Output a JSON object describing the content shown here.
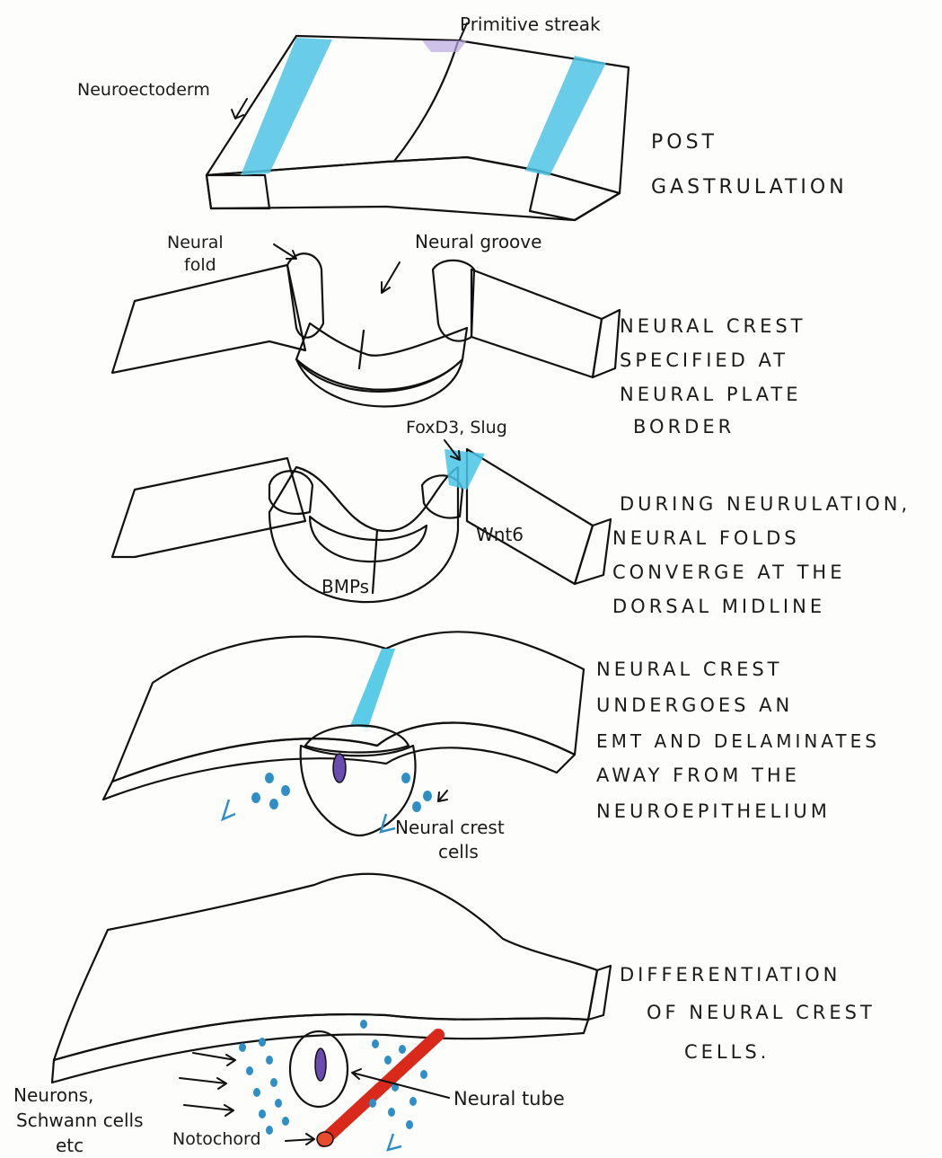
{
  "colors": {
    "surface_blue": "#8ea6dd",
    "deep_blue": "#4f6fc9",
    "lavender": "#d9d3ec",
    "light_lavender": "#ece8f6",
    "cyan": "#49c6e6",
    "cell_blue": "#2f8fc4",
    "notochord_red": "#d8291b",
    "lumen_purple": "#6a4bb0",
    "ink": "#111111"
  },
  "stages": [
    {
      "caption_lines": [
        "POST",
        "GASTRULATION"
      ],
      "labels": {
        "primitive_streak": "Primitive streak",
        "neuroectoderm": "Neuroectoderm"
      }
    },
    {
      "caption_lines": [
        "NEURAL CREST",
        "SPECIFIED AT",
        "NEURAL PLATE",
        "BORDER"
      ],
      "labels": {
        "neural_fold_line1": "Neural",
        "neural_fold_line2": "fold",
        "neural_groove": "Neural groove"
      }
    },
    {
      "caption_lines": [
        "DURING NEURULATION,",
        "NEURAL FOLDS",
        "CONVERGE AT THE",
        "DORSAL MIDLINE"
      ],
      "labels": {
        "foxd3_slug": "FoxD3, Slug",
        "wnt6": "Wnt6",
        "bmps": "BMPs"
      }
    },
    {
      "caption_lines": [
        "NEURAL CREST",
        "UNDERGOES AN",
        "EMT AND DELAMINATES",
        "AWAY FROM THE",
        "NEUROEPITHELIUM"
      ],
      "labels": {
        "neural_crest_cells_line1": "Neural crest",
        "neural_crest_cells_line2": "cells"
      }
    },
    {
      "caption_lines": [
        "DIFFERENTIATION",
        "OF NEURAL CREST",
        "CELLS."
      ],
      "labels": {
        "neurons_line1": "Neurons,",
        "neurons_line2": "Schwann cells",
        "neurons_line3": "etc",
        "notochord": "Notochord",
        "neural_tube": "Neural tube"
      }
    }
  ]
}
